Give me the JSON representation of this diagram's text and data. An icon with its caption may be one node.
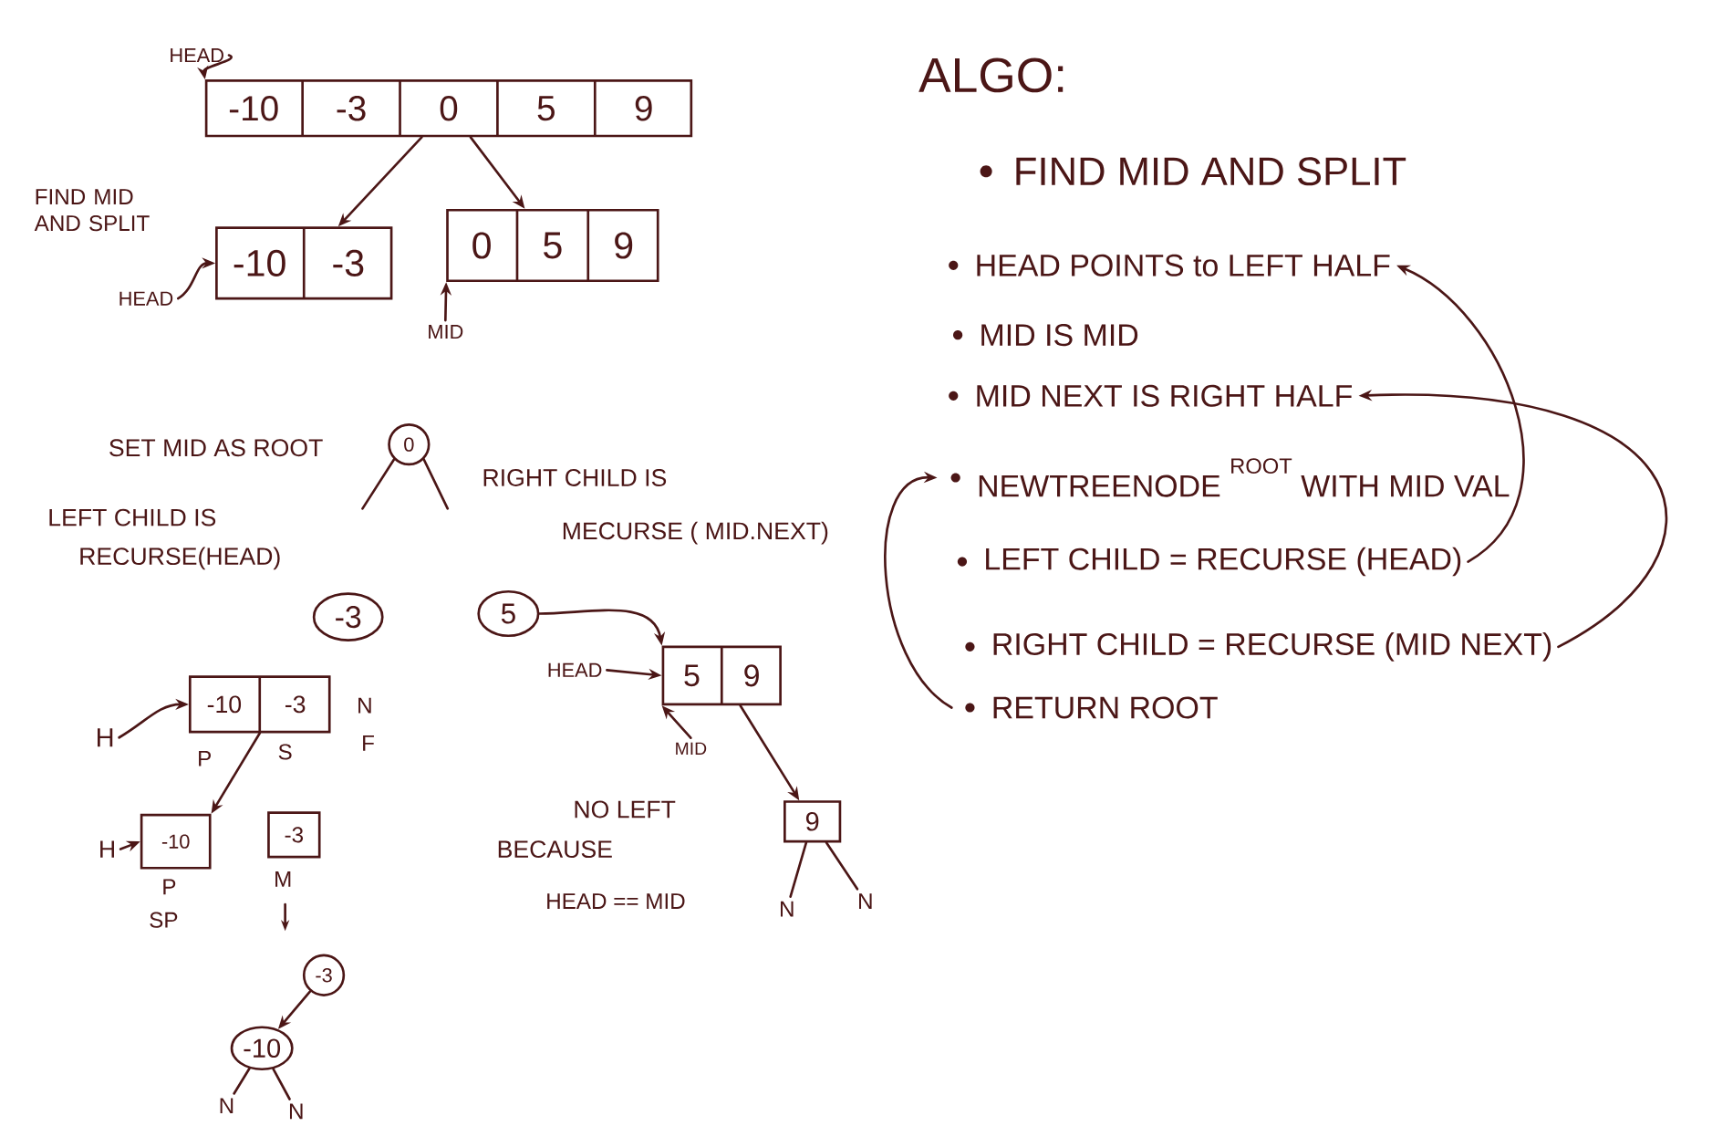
{
  "diagram": {
    "nodes": [
      {
        "text": [
          "HEAD"
        ]
      },
      {
        "text": [
          "-10",
          "-3",
          "0",
          "5",
          "9"
        ]
      },
      {
        "text": [
          "-10",
          "-3"
        ]
      },
      {
        "text": [
          "0",
          "5",
          "9"
        ]
      },
      {
        "text": [
          "HEAD"
        ]
      },
      {
        "text": [
          "MID"
        ]
      },
      {
        "text": [
          "0"
        ]
      },
      {
        "text": [
          "-3"
        ]
      },
      {
        "text": [
          "5"
        ]
      },
      {
        "text": [
          "HEAD"
        ]
      },
      {
        "text": [
          "5",
          "9"
        ]
      },
      {
        "text": [
          "MID"
        ]
      },
      {
        "text": [
          "9"
        ]
      },
      {
        "text": [
          "N"
        ]
      },
      {
        "text": [
          "N"
        ]
      },
      {
        "text": [
          "H"
        ]
      },
      {
        "text": [
          "-10",
          "-3"
        ]
      },
      {
        "text": [
          "H"
        ]
      },
      {
        "text": [
          "-10"
        ]
      },
      {
        "text": [
          "-3"
        ]
      },
      {
        "text": [
          "-3"
        ]
      },
      {
        "text": [
          "-10"
        ]
      },
      {
        "text": [
          "N"
        ]
      },
      {
        "text": [
          "N"
        ]
      },
      {
        "text": [
          "FIND MID AND SPLIT"
        ]
      },
      {
        "text": [
          "HEAD POINTS to LEFT HALF"
        ]
      },
      {
        "text": [
          "MID IS MID"
        ]
      },
      {
        "text": [
          "MID NEXT IS RIGHT HALF"
        ]
      },
      {
        "text": [
          "NEWTREENODE",
          "ROOT",
          "WITH MID VAL"
        ]
      },
      {
        "text": [
          "LEFT CHILD = RECURSE (HEAD)"
        ]
      },
      {
        "text": [
          "RIGHT CHILD = RECURSE (MID NEXT)"
        ]
      },
      {
        "text": [
          "RETURN ROOT"
        ]
      }
    ],
    "edges": [
      {
        "from": 0,
        "to": 1,
        "arrow": "to"
      },
      {
        "from": 1,
        "to": 2,
        "arrow": "to"
      },
      {
        "from": 1,
        "to": 3,
        "arrow": "to"
      },
      {
        "from": 4,
        "to": 2,
        "arrow": "to"
      },
      {
        "from": 5,
        "to": 3,
        "arrow": "to"
      },
      {
        "from": 6,
        "to": null,
        "arrow": "none"
      },
      {
        "from": 6,
        "to": null,
        "arrow": "none"
      },
      {
        "from": 8,
        "to": 10,
        "arrow": "to"
      },
      {
        "from": 9,
        "to": 10,
        "arrow": "to"
      },
      {
        "from": 11,
        "to": 10,
        "arrow": "to"
      },
      {
        "from": 10,
        "to": 12,
        "arrow": "to"
      },
      {
        "from": 12,
        "to": 13,
        "arrow": "none"
      },
      {
        "from": 12,
        "to": 14,
        "arrow": "none"
      },
      {
        "from": 15,
        "to": 16,
        "arrow": "to"
      },
      {
        "from": 16,
        "to": 18,
        "arrow": "to"
      },
      {
        "from": 17,
        "to": 18,
        "arrow": "to"
      },
      {
        "from": 20,
        "to": 21,
        "arrow": "to"
      },
      {
        "from": 21,
        "to": 22,
        "arrow": "none"
      },
      {
        "from": 21,
        "to": 23,
        "arrow": "none"
      },
      {
        "from": 29,
        "to": 25,
        "arrow": "to"
      },
      {
        "from": 30,
        "to": 27,
        "arrow": "to"
      },
      {
        "from": 31,
        "to": 28,
        "arrow": "to"
      }
    ],
    "labels": [
      "ALGO:",
      "FIND MID AND SPLIT",
      "SET MID AS ROOT",
      "RIGHT CHILD IS",
      "LEFT CHILD IS",
      "MECURSE ( MID.NEXT)",
      "RECURSE(HEAD)",
      "N",
      "P",
      "S",
      "F",
      "NO LEFT",
      "BECAUSE",
      "P",
      "M",
      "HEAD == MID",
      "SP"
    ]
  }
}
